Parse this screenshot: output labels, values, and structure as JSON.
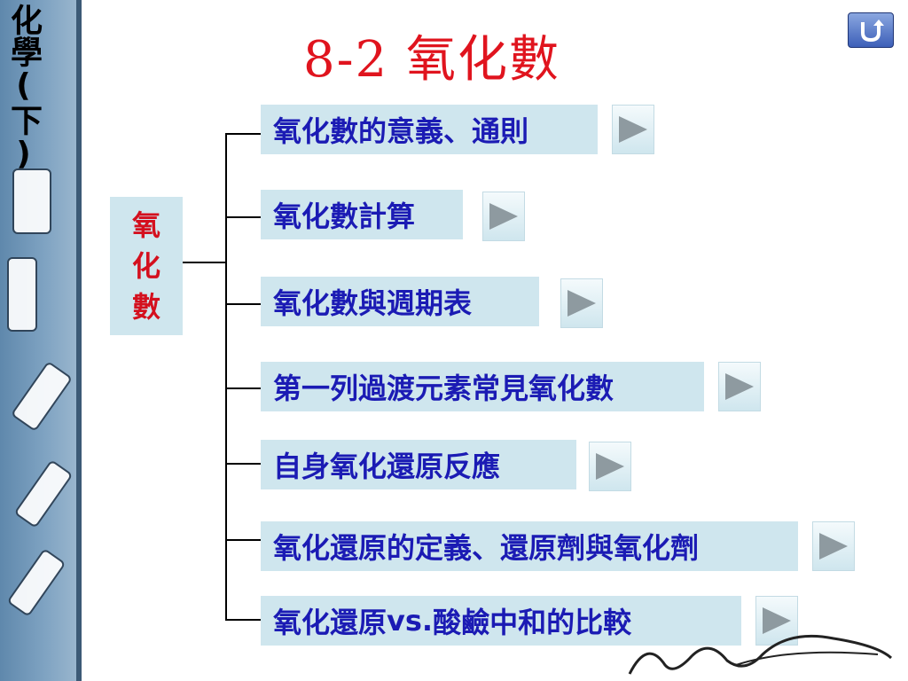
{
  "sidebar": {
    "title": "化學(下)"
  },
  "header": {
    "title": "8-2  氧化數"
  },
  "root": {
    "chars": [
      "氧",
      "化",
      "數"
    ],
    "color": "#d4101e"
  },
  "items": [
    {
      "label": "氧化數的意義、通則"
    },
    {
      "label": "氧化數計算"
    },
    {
      "label": "氧化數與週期表"
    },
    {
      "label": "第一列過渡元素常見氧化數"
    },
    {
      "label": "自身氧化還原反應"
    },
    {
      "label": "氧化還原的定義、還原劑與氧化劑"
    },
    {
      "label_pre": "氧化還原 ",
      "label_vs": "vs.",
      "label_post": " 酸鹼中和的比較"
    }
  ],
  "icons": {
    "return": "return-u-arrow-icon",
    "play": "play-triangle-icon"
  },
  "colors": {
    "title": "#e0141e",
    "item_text": "#1b1bb4",
    "item_bg": "#cfe6ee"
  }
}
